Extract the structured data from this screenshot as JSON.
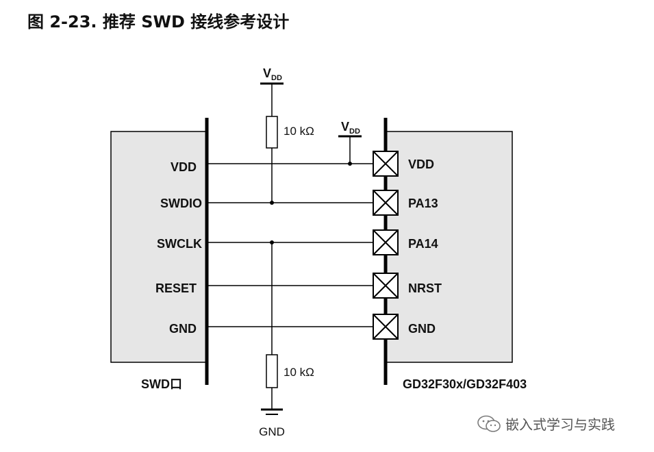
{
  "title": "图 2-23.  推荐 SWD 接线参考设计",
  "left_box": {
    "caption": "SWD口",
    "pins": [
      "VDD",
      "SWDIO",
      "SWCLK",
      "RESET",
      "GND"
    ]
  },
  "right_box": {
    "caption": "GD32F30x/GD32F403",
    "pins": [
      "VDD",
      "PA13",
      "PA14",
      "NRST",
      "GND"
    ]
  },
  "pullup": {
    "supply_main": "V",
    "supply_sub": "DD",
    "resistor": "10 kΩ"
  },
  "vdd_tap": {
    "supply_main": "V",
    "supply_sub": "DD"
  },
  "pulldown": {
    "resistor": "10 kΩ",
    "ground": "GND"
  },
  "watermark": {
    "icon": "wechat-icon",
    "text": "嵌入式学习与实践"
  }
}
